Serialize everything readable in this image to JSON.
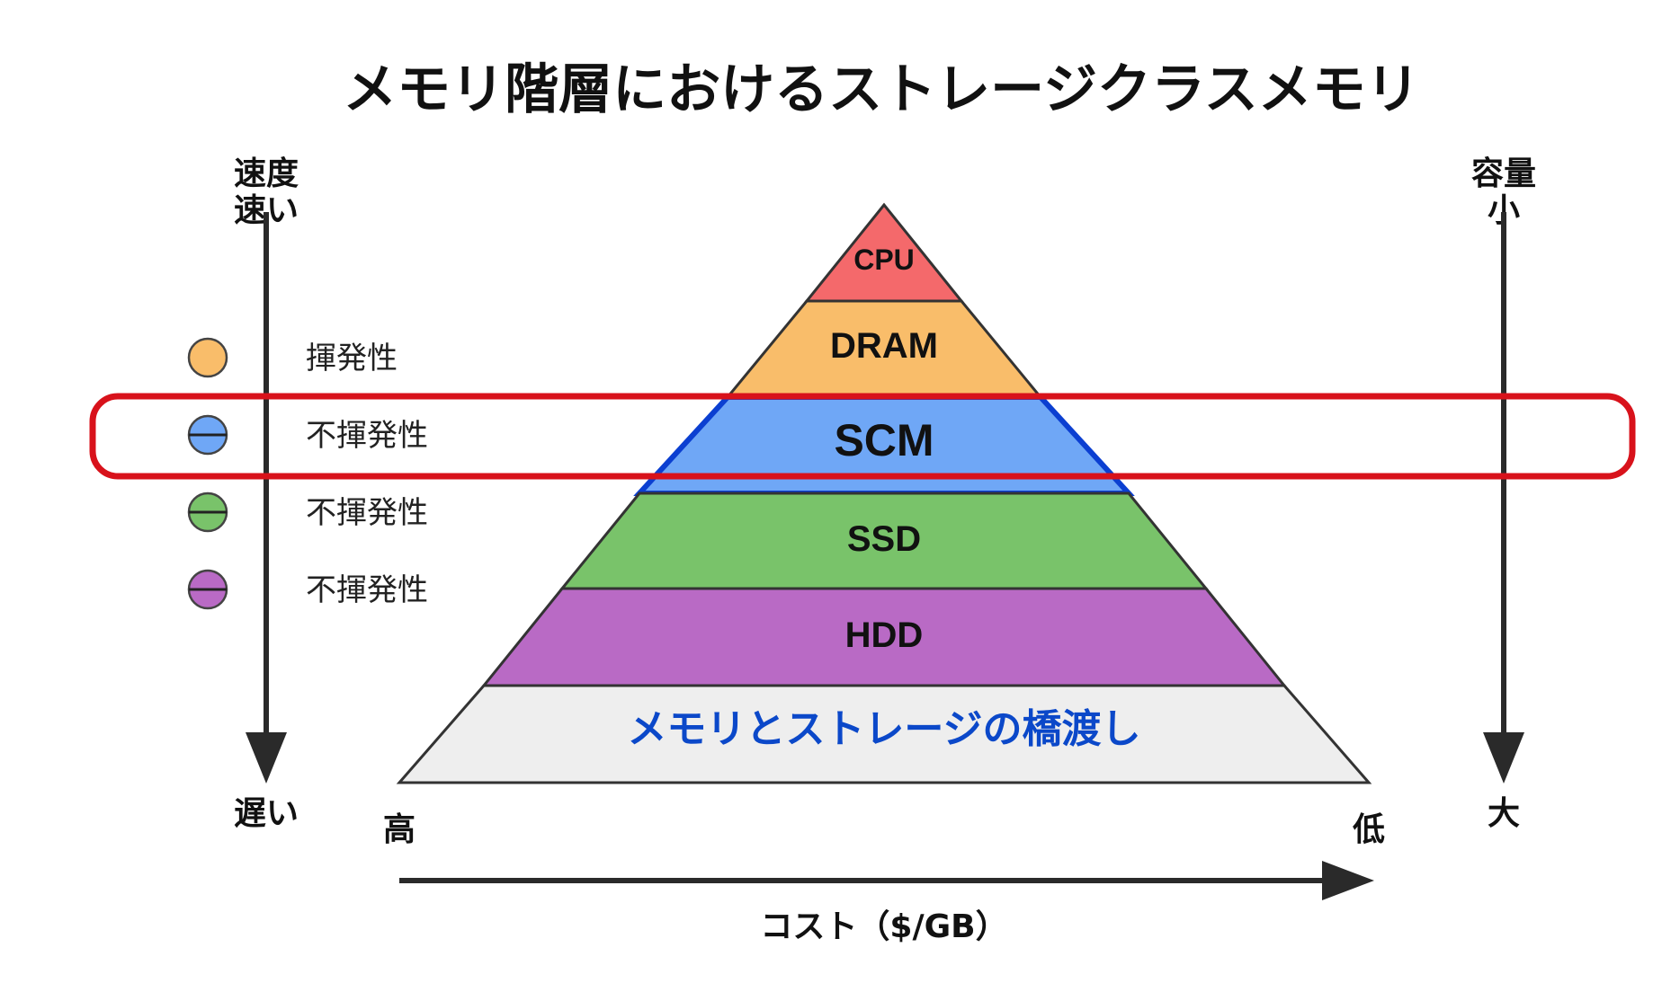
{
  "title": "メモリ階層におけるストレージクラスメモリ",
  "speed_axis": {
    "label": "速度",
    "top": "速い",
    "bottom": "遅い"
  },
  "capacity_axis": {
    "label": "容量",
    "top": "小",
    "bottom": "大"
  },
  "cost_axis": {
    "label": "コスト（$/GB）",
    "left": "高",
    "right": "低"
  },
  "layers": [
    {
      "name": "CPU",
      "color": "#f4696b"
    },
    {
      "name": "DRAM",
      "color": "#f9bd6a"
    },
    {
      "name": "SCM",
      "color": "#6fa7f6",
      "outline": "#0b3fd1"
    },
    {
      "name": "SSD",
      "color": "#79c36a"
    },
    {
      "name": "HDD",
      "color": "#b96ac5"
    }
  ],
  "base_label": "メモリとストレージの橋渡し",
  "base_color": "#eeeeee",
  "base_text_color": "#0b48c9",
  "legend": [
    {
      "label": "揮発性",
      "color": "#f9bd6a",
      "marker": "circle"
    },
    {
      "label": "不揮発性",
      "color": "#6fa7f6",
      "marker": "circle-with-line"
    },
    {
      "label": "不揮発性",
      "color": "#79c36a",
      "marker": "circle-with-line"
    },
    {
      "label": "不揮発性",
      "color": "#b96ac5",
      "marker": "circle-with-line"
    }
  ],
  "highlight_color": "#d8121b"
}
